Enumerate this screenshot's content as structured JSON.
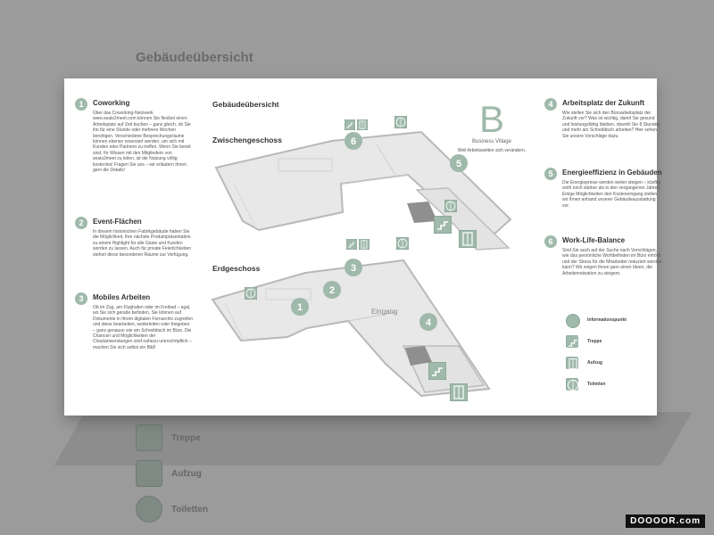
{
  "background": {
    "title": "Gebäudeübersicht",
    "legend": [
      {
        "icon": "stairs-icon",
        "label": "Treppe"
      },
      {
        "icon": "elevator-icon",
        "label": "Aufzug"
      },
      {
        "icon": "restroom-icon",
        "label": "Toiletten"
      }
    ]
  },
  "map": {
    "title": "Gebäudeübersicht",
    "upper_floor": "Zwischengeschoss",
    "ground_floor": "Erdgeschoss",
    "entrance": "Eingang",
    "markers": [
      "1",
      "2",
      "3",
      "4",
      "5",
      "6"
    ]
  },
  "logo": {
    "letter": "B",
    "name": "Business Village",
    "tagline": "Weil Arbeitswelten sich verändern."
  },
  "sections": [
    {
      "number": "1",
      "title": "Coworking",
      "body": "Über das Coworking-Netzwerk www.seats2meet.com können Sie flexibel einen Arbeitsplatz auf Zeit buchen – ganz gleich, ob Sie ihn für eine Stunde oder mehrere Wochen benötigen. Verschiedene Besprechungsräume können ebenso reserviert werden, um sich mit Kunden oder Partnern zu treffen. Wenn Sie bereit sind, Ihr Wissen mit den Mitgliedern von seats2meet zu teilen, ist die Nutzung völlig kostenlos! Fragen Sie uns – wir erläutern Ihnen gern die Details!"
    },
    {
      "number": "2",
      "title": "Event-Flächen",
      "body": "In diesem historischen Fabrikgebäude haben Sie die Möglichkeit, Ihre nächste Produktpräsentation zu einem Highlight für alle Gäste und Kunden werden zu lassen. Auch für private Feierlichkeiten stehen diese besonderen Räume zur Verfügung."
    },
    {
      "number": "3",
      "title": "Mobiles Arbeiten",
      "body": "Ob im Zug, am Flughafen oder im Freibad – egal, wo Sie sich gerade befinden, Sie können auf Dokumente in Ihrem digitalen Fernarchiv zugreifen und diese bearbeiten, weiterleiten oder freigeben – ganz genauso wie am Schreibtisch im Büro. Die Chancen und Möglichkeiten der Cloudanwendungen sind nahezu unerschöpflich – machen Sie sich selbst ein Bild!"
    },
    {
      "number": "4",
      "title": "Arbeitsplatz der Zukunft",
      "body": "Wie stellen Sie sich den Büroarbeitsplatz der Zukunft vor? Was ist wichtig, damit Sie gesund und leistungsfähig bleiben, obwohl Sie 8 Stunden und mehr am Schreibtisch arbeiten? Hier sehen Sie unsere Vorschläge dazu."
    },
    {
      "number": "5",
      "title": "Energieeffizienz in Gebäuden",
      "body": "Die Energiepreise werden weiter steigen – künftig wohl noch stärker als in den vergangenen Jahren. Einige Möglichkeiten den Kosteneingang stellen wir Ihnen anhand unserer Gebäudeausstattung vor."
    },
    {
      "number": "6",
      "title": "Work-Life-Balance",
      "body": "Sind Sie auch auf der Suche nach Vorschlägen, wie das persönliche Wohlbefinden im Büro erhöht und der Stress für die Mitarbeiter reduziert werden kann? Wir zeigen Ihnen gern einen Ideen, die Arbeitsmotivation zu steigern."
    }
  ],
  "legend": [
    {
      "icon": "info-point-icon",
      "label": "Informationspunkt"
    },
    {
      "icon": "stairs-icon",
      "label": "Treppe"
    },
    {
      "icon": "elevator-icon",
      "label": "Aufzug"
    },
    {
      "icon": "restroom-icon",
      "label": "Toiletten"
    }
  ],
  "watermark": "DOOOOR.com",
  "colors": {
    "accent": "#9fb9ab",
    "floor": "#e6e6e6",
    "wall": "#b5b5b5",
    "background": "#9b9b9b"
  }
}
